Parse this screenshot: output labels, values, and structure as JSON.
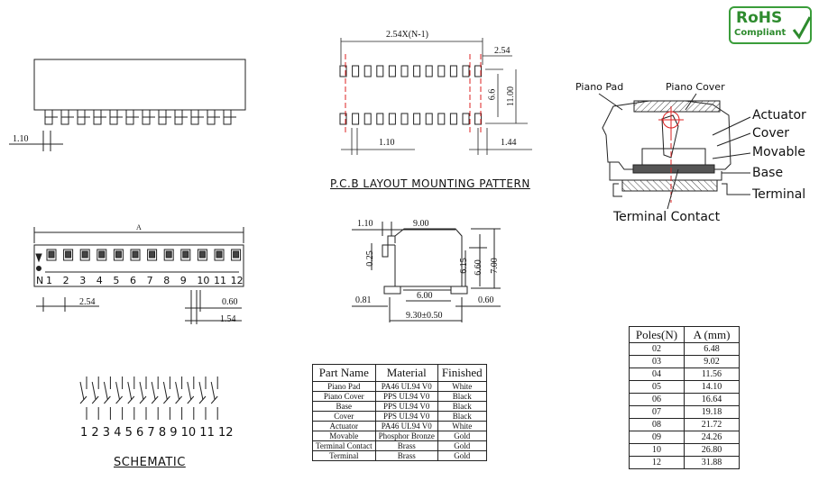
{
  "logo": {
    "line1": "RoHS",
    "line2": "Compliant"
  },
  "pcb": {
    "title": "P.C.B LAYOUT MOUNTING PATTERN",
    "dim_pitch_total": "2.54X(N-1)",
    "dim_pitch": "2.54",
    "dim_pad_span": "6.6",
    "dim_total_h": "11.00",
    "dim_bottom_pitch": "1.10",
    "dim_bottom_right": "1.44"
  },
  "side_view": {
    "dim": "1.10"
  },
  "top_view": {
    "dim_top": "A",
    "dim_pitch": "2.54",
    "dim_r1": "0.60",
    "dim_r2": "1.54",
    "marker": "N",
    "positions": [
      "1",
      "2",
      "3",
      "4",
      "5",
      "6",
      "7",
      "8",
      "9",
      "10",
      "11",
      "12"
    ]
  },
  "profile": {
    "dim_top_left": "1.10",
    "dim_top": "9.00",
    "dim_left": "0.25",
    "dim_h1": "6.15",
    "dim_h2": "6.60",
    "dim_h3": "7.00",
    "dim_bot_left": "0.81",
    "dim_bot_mid": "6.00",
    "dim_bot_right": "0.60",
    "dim_bottom": "9.30±0.50"
  },
  "section": {
    "labels": {
      "piano_pad": "Piano Pad",
      "piano_cover": "Piano Cover",
      "actuator": "Actuator",
      "cover": "Cover",
      "movable": "Movable",
      "base": "Base",
      "terminal": "Terminal",
      "terminal_contact": "Terminal Contact"
    }
  },
  "schematic": {
    "title": "SCHEMATIC",
    "numbers": "1 2 3 4 5 6 7 8 9 10 11 12"
  },
  "materials": {
    "headers": [
      "Part Name",
      "Material",
      "Finished"
    ],
    "rows": [
      [
        "Piano Pad",
        "PA46 UL94 V0",
        "White"
      ],
      [
        "Piano Cover",
        "PPS UL94 V0",
        "Black"
      ],
      [
        "Base",
        "PPS UL94 V0",
        "Black"
      ],
      [
        "Cover",
        "PPS UL94 V0",
        "Black"
      ],
      [
        "Actuator",
        "PA46 UL94 V0",
        "White"
      ],
      [
        "Movable",
        "Phosphor Bronze",
        "Gold"
      ],
      [
        "Terminal Contact",
        "Brass",
        "Gold"
      ],
      [
        "Terminal",
        "Brass",
        "Gold"
      ]
    ]
  },
  "poles": {
    "headers": [
      "Poles(N)",
      "A (mm)"
    ],
    "rows": [
      [
        "02",
        "6.48"
      ],
      [
        "03",
        "9.02"
      ],
      [
        "04",
        "11.56"
      ],
      [
        "05",
        "14.10"
      ],
      [
        "06",
        "16.64"
      ],
      [
        "07",
        "19.18"
      ],
      [
        "08",
        "21.72"
      ],
      [
        "09",
        "24.26"
      ],
      [
        "10",
        "26.80"
      ],
      [
        "12",
        "31.88"
      ]
    ]
  }
}
